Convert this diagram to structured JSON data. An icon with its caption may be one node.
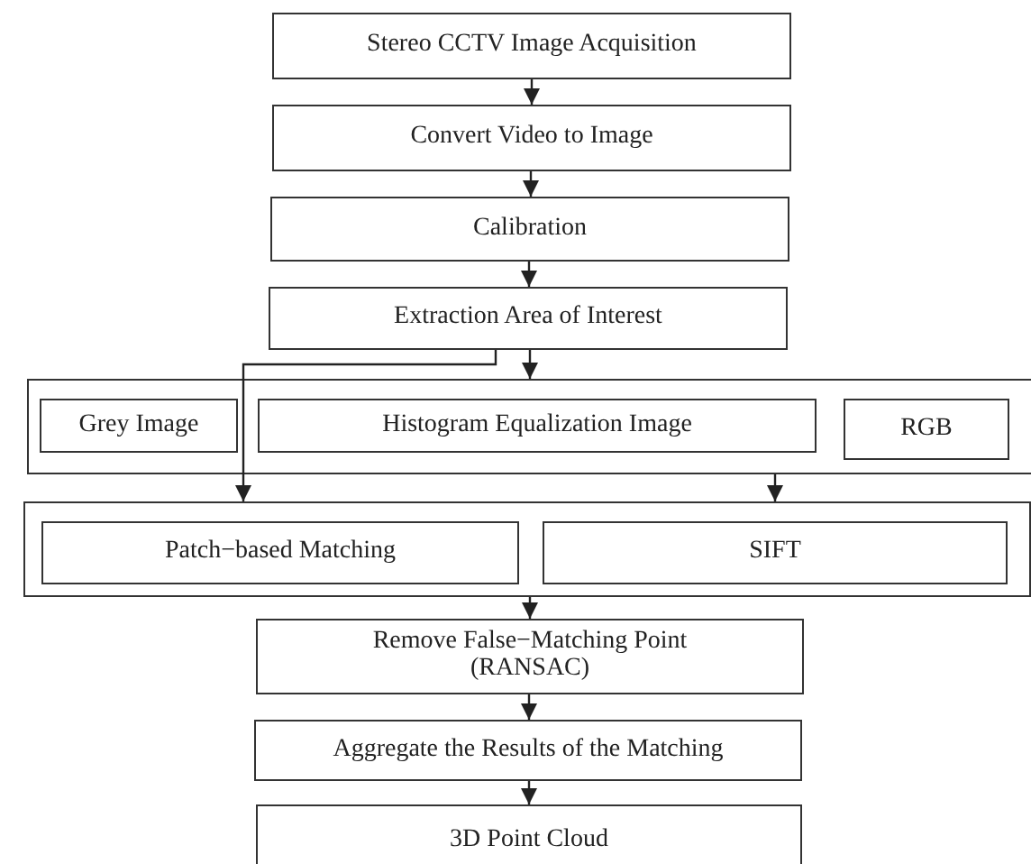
{
  "diagram": {
    "nodes": [
      {
        "text": [
          "Stereo CCTV Image Acquisition"
        ]
      },
      {
        "text": [
          "Convert Video to Image"
        ]
      },
      {
        "text": [
          "Calibration"
        ]
      },
      {
        "text": [
          "Extraction Area of Interest"
        ]
      },
      {
        "text": [],
        "shape": "box"
      },
      {
        "text": [
          "Grey Image"
        ],
        "in": 4
      },
      {
        "text": [
          "Histogram Equalization Image"
        ],
        "in": 4
      },
      {
        "text": [
          "RGB"
        ],
        "in": 4
      },
      {
        "text": [],
        "shape": "box"
      },
      {
        "text": [
          "Patch−based Matching"
        ],
        "in": 8
      },
      {
        "text": [
          "SIFT"
        ],
        "in": 8
      },
      {
        "text": [
          "Remove False−Matching Point (RANSAC)"
        ]
      },
      {
        "text": [
          "Aggregate the Results of the Matching"
        ]
      },
      {
        "text": [
          "3D Point Cloud"
        ]
      }
    ],
    "edges": [
      {
        "from": 0,
        "to": 1,
        "arrow": "to"
      },
      {
        "from": 1,
        "to": 2,
        "arrow": "to"
      },
      {
        "from": 2,
        "to": 3,
        "arrow": "to"
      },
      {
        "from": 3,
        "to": 4,
        "arrow": "to"
      },
      {
        "from": 3,
        "to": 8,
        "arrow": "to"
      },
      {
        "from": 4,
        "to": 8,
        "arrow": "to"
      },
      {
        "from": 8,
        "to": 11,
        "arrow": "to"
      },
      {
        "from": 11,
        "to": 12,
        "arrow": "to"
      },
      {
        "from": 12,
        "to": 13,
        "arrow": "to"
      }
    ]
  }
}
